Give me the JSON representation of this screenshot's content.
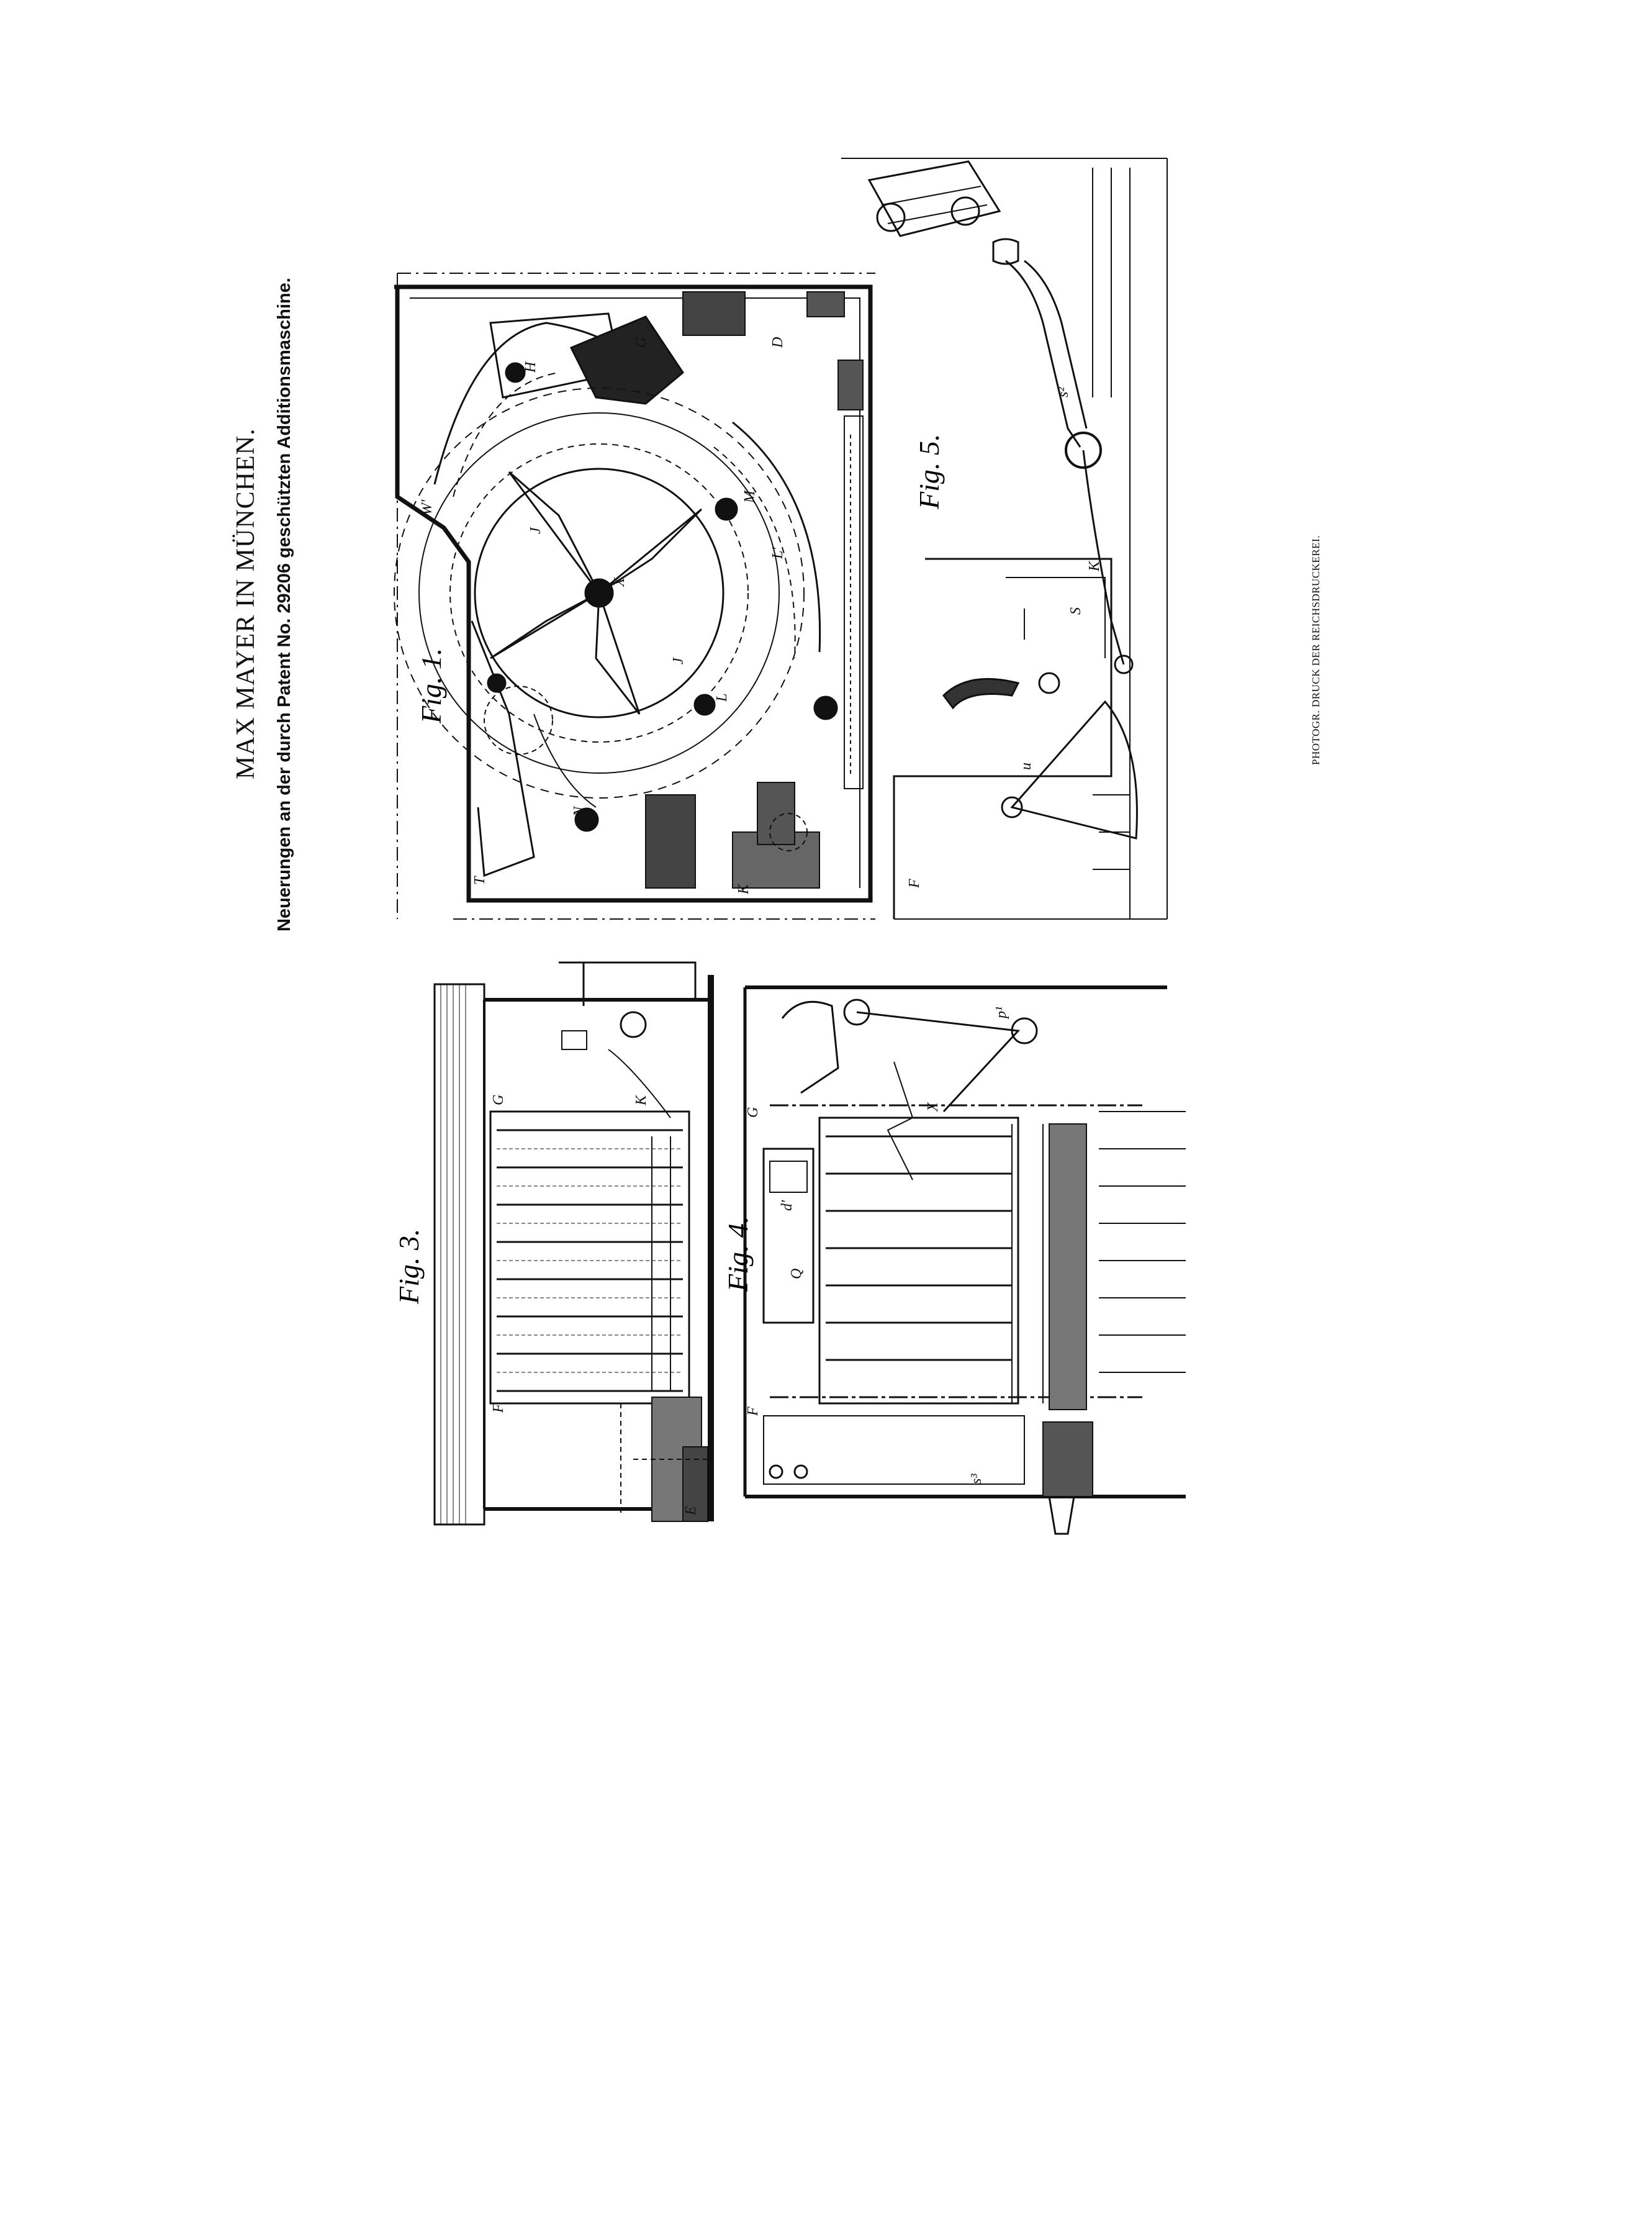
{
  "header": {
    "title_line1": "MAX MAYER IN MÜNCHEN.",
    "title_line2": "Neuerungen an der durch Patent No. 29206 geschützten Additionsmaschine."
  },
  "figures": {
    "fig1": "Fig. 1.",
    "fig3": "Fig. 3.",
    "fig4": "Fig. 4.",
    "fig5": "Fig. 5."
  },
  "labels": {
    "fig1": [
      "H",
      "G",
      "W'",
      "J",
      "X",
      "J",
      "M",
      "L",
      "L'",
      "K",
      "T",
      "N",
      "D"
    ],
    "fig5": [
      "s²",
      "S",
      "K",
      "u",
      "F"
    ],
    "fig3": [
      "G",
      "F",
      "K",
      "E"
    ],
    "fig4": [
      "G",
      "F",
      "d'",
      "Q",
      "X",
      "p¹",
      "s³"
    ]
  },
  "footer": {
    "printer": "PHOTOGR. DRUCK DER REICHSDRUCKEREI."
  },
  "colors": {
    "ink": "#111111",
    "paper": "#ffffff"
  }
}
